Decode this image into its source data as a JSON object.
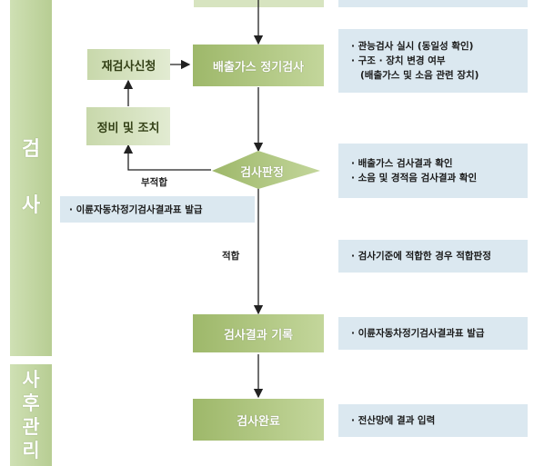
{
  "side": {
    "inspection": [
      "검",
      "사"
    ],
    "after": [
      "사",
      "후",
      "관",
      "리"
    ]
  },
  "nodes": {
    "reapply": "재검사신청",
    "regular": "배출가스 정기검사",
    "repair": "정비 및 조치",
    "judge": "검사판정",
    "record": "검사결과 기록",
    "complete": "검사완료"
  },
  "edges": {
    "fail": "부적합",
    "pass": "적합"
  },
  "fail_note": "· 이륜자동차정기검사결과표 발급",
  "notes": {
    "regular": [
      "· 관능검사 실시 (동일성 확인)",
      "· 구조 · 장치 변경 여부",
      "(배출가스 및 소음 관련 장치)"
    ],
    "judge": [
      "· 배출가스 검사결과 확인",
      "· 소음 및 경적음 검사결과 확인"
    ],
    "pass": [
      "· 검사기준에 적합한 경우 적합판정"
    ],
    "record": [
      "· 이륜자동차정기검사결과표 발급"
    ],
    "complete": [
      "· 전산망에 결과 입력"
    ]
  },
  "colors": {
    "node_dark": "#9eb86a",
    "node_light": "#c8d8ab",
    "side": "#b7cd93",
    "note_bg": "#dbe8f0"
  }
}
